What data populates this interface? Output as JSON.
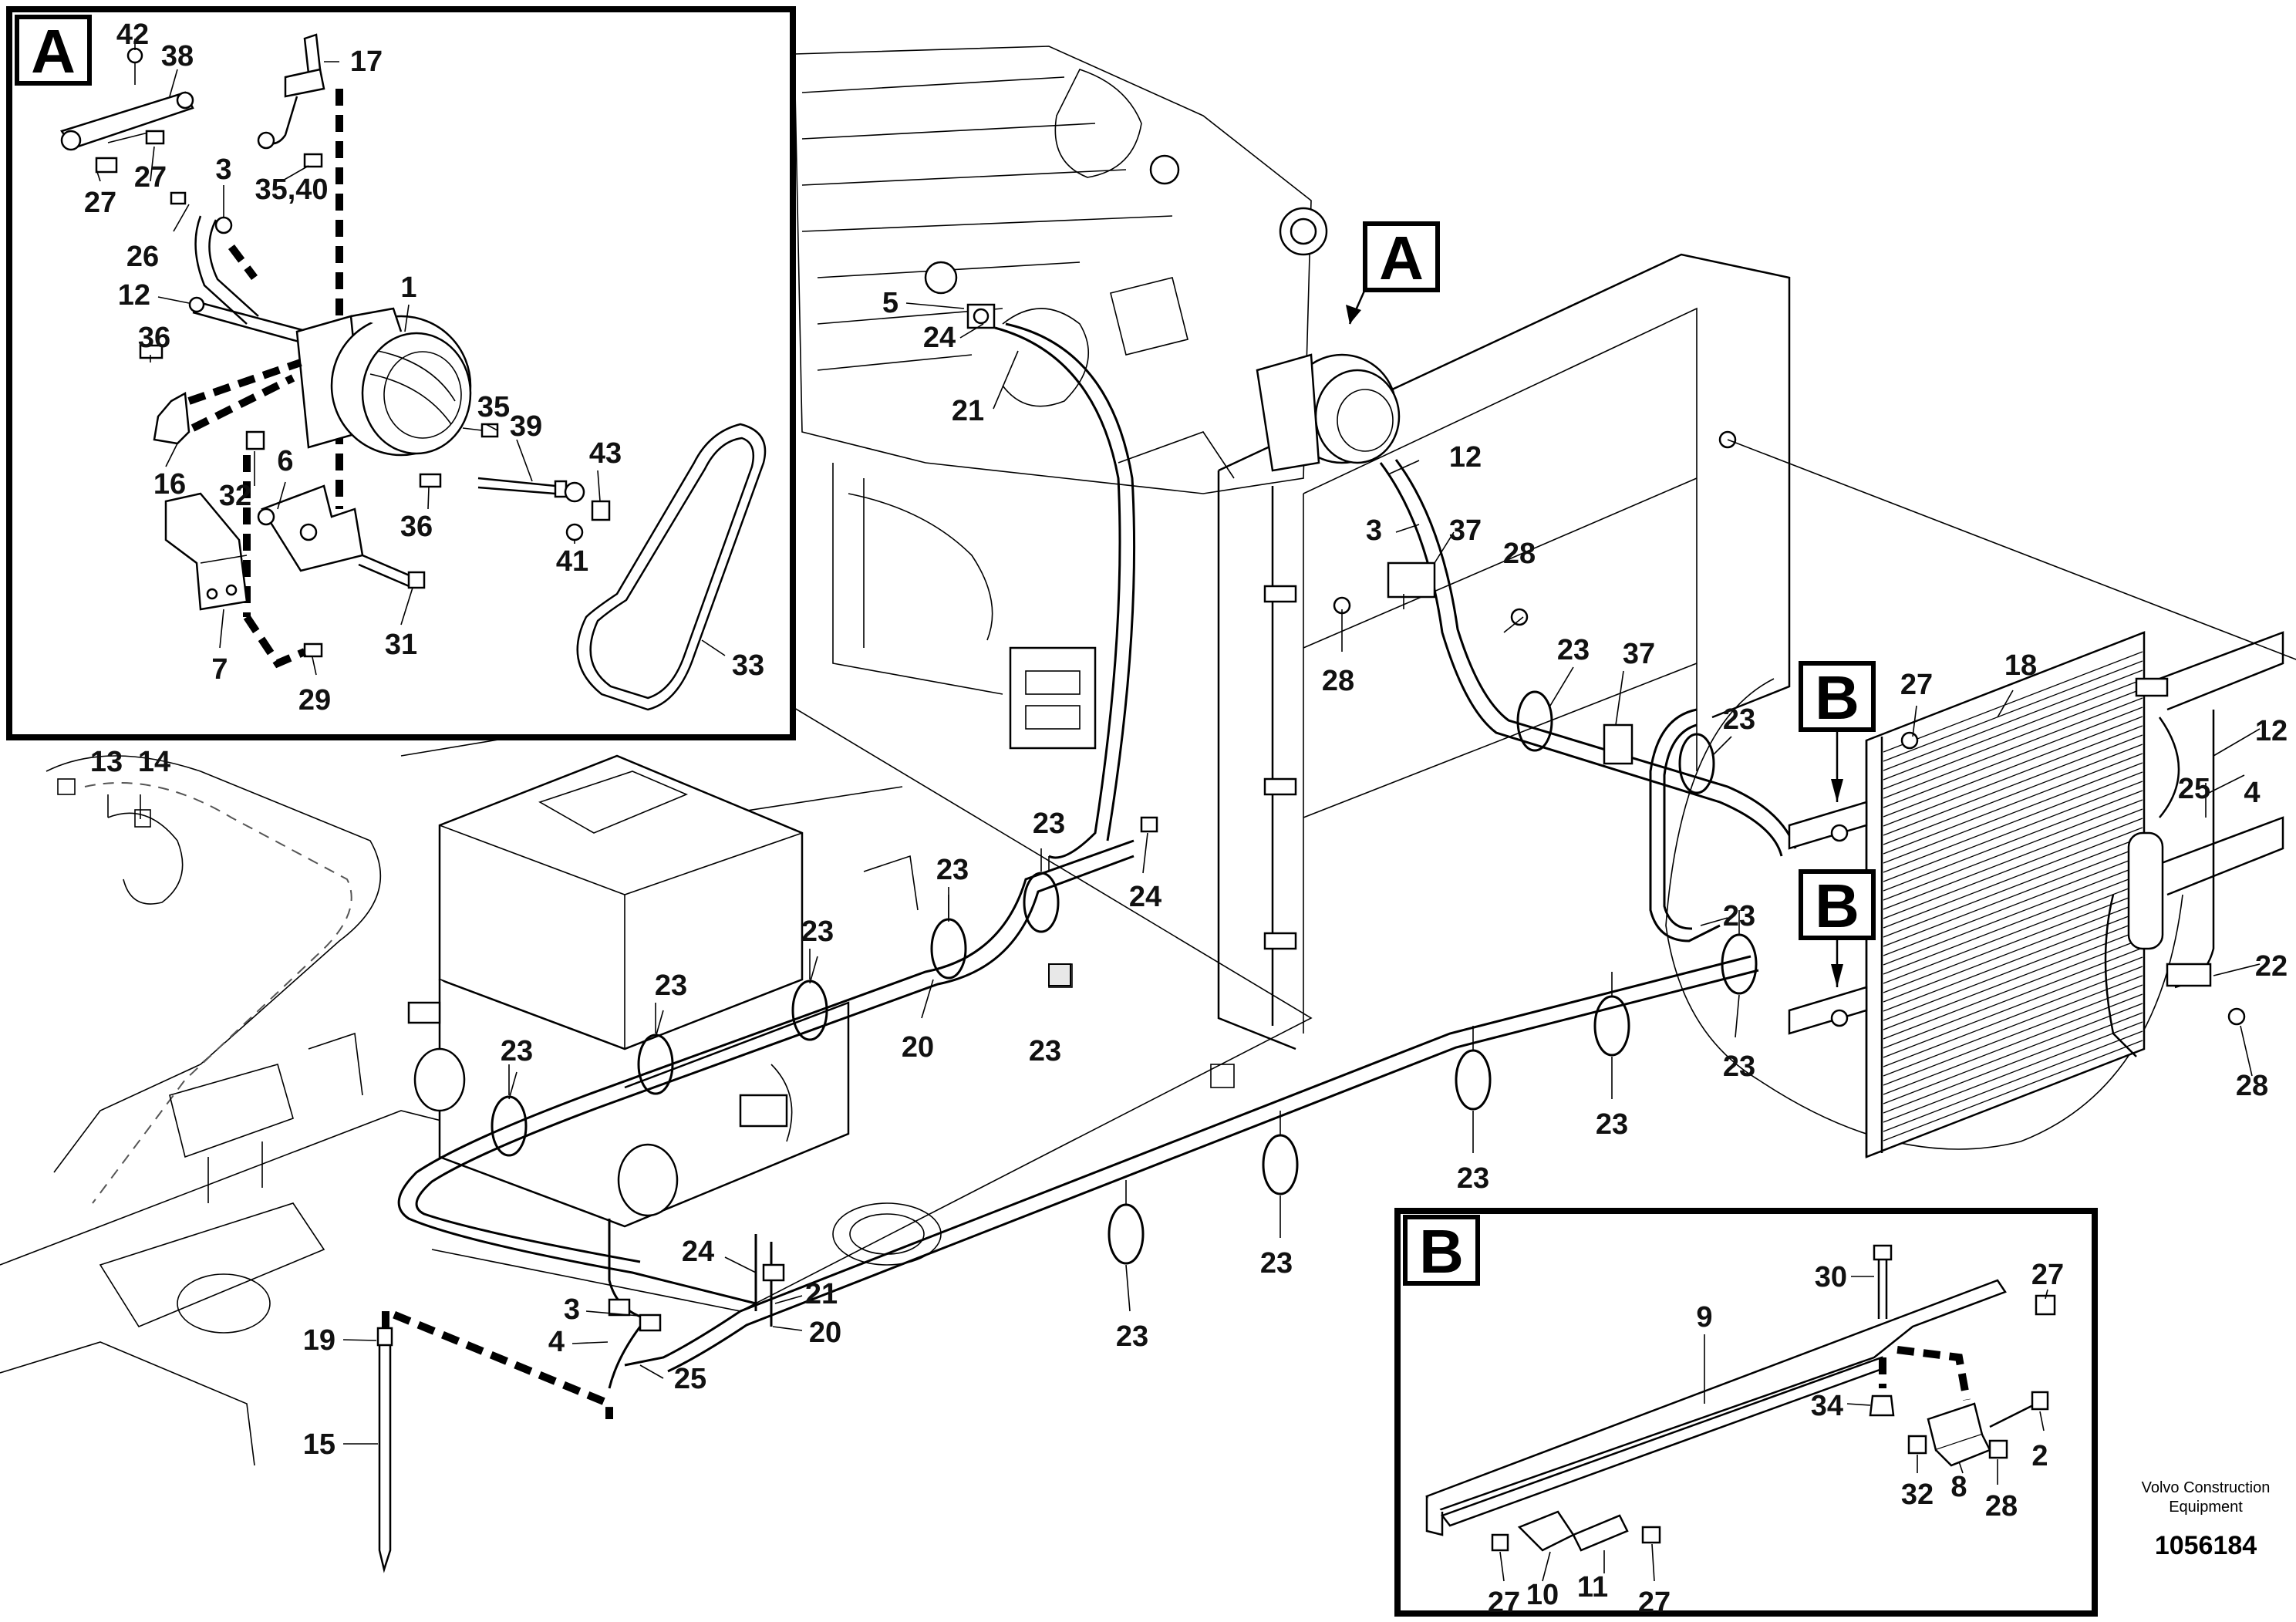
{
  "diagram": {
    "detail_tags": {
      "A": "A",
      "B": "B"
    },
    "callouts": {
      "main": {
        "c13": "13",
        "c14": "14",
        "c5": "5",
        "c24a": "24",
        "c21a": "21",
        "c12a": "12",
        "c3a": "3",
        "c37a": "37",
        "c28a": "28",
        "c28b": "28",
        "c23a": "23",
        "c37b": "37",
        "c23b": "23",
        "c27a": "27",
        "c18": "18",
        "c12b": "12",
        "c25a": "25",
        "c4a": "4",
        "c22": "22",
        "c28c": "28",
        "c23c": "23",
        "c24b": "24",
        "c23d": "23",
        "c23e": "23",
        "c23f": "23",
        "c20a": "20",
        "c23g": "23",
        "c23h": "23",
        "c23i": "23",
        "c23j": "23",
        "c23k": "23",
        "c23l": "23",
        "c23m": "23",
        "c23n": "23",
        "c24c": "24",
        "c21b": "21",
        "c3b": "3",
        "c20b": "20",
        "c4b": "4",
        "c25b": "25",
        "c19": "19",
        "c15": "15"
      },
      "detail_a": {
        "c42": "42",
        "c38": "38",
        "c17": "17",
        "c27a": "27",
        "c27b": "27",
        "c3": "3",
        "c3540": "35,40",
        "c26": "26",
        "c12": "12",
        "c1": "1",
        "c36a": "36",
        "c35": "35",
        "c39": "39",
        "c43": "43",
        "c16": "16",
        "c32": "32",
        "c6": "6",
        "c36b": "36",
        "c41": "41",
        "c7": "7",
        "c31": "31",
        "c29": "29",
        "c33": "33"
      },
      "detail_b": {
        "c30": "30",
        "c27a": "27",
        "c9": "9",
        "c34": "34",
        "c2": "2",
        "c32": "32",
        "c8": "8",
        "c28": "28",
        "c27b": "27",
        "c10": "10",
        "c11": "11",
        "c27c": "27"
      }
    },
    "credit": {
      "line1": "Volvo Construction",
      "line2": "Equipment"
    },
    "document_number": "1056184"
  }
}
